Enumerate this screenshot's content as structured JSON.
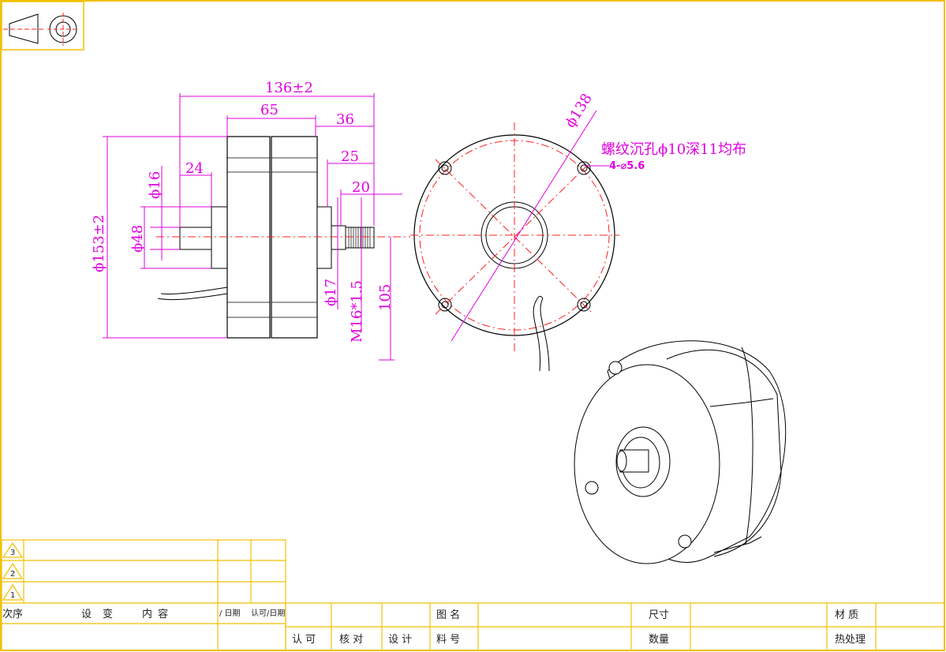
{
  "colors": {
    "frame": "#f2c000",
    "dimension": "#e000e0",
    "centerline": "#ff2020",
    "outline": "#000000"
  },
  "dimensions": {
    "overall_length": "136±2",
    "body_length": "65",
    "shaft_projection": "36",
    "shaft_length_25": "25",
    "thread_length": "20",
    "rear_boss_length": "24",
    "rear_boss_dia": "ϕ16",
    "hub_dia": "ϕ48",
    "outer_dia": "ϕ153±2",
    "shaft_dia": "ϕ17",
    "thread_spec": "M16*1.5",
    "height_105": "105",
    "bolt_circle": "ϕ138",
    "hole_note": "螺纹沉孔ϕ10深11均布",
    "hole_count": "4-⌀5.6"
  },
  "revision_block": {
    "marks": [
      "3",
      "2",
      "1"
    ],
    "header": {
      "seq": "次序",
      "design": "设",
      "change": "变",
      "content": "内",
      "content2": "容",
      "date1": "/ 日期",
      "approve": "认可/日期"
    }
  },
  "title_block": {
    "approve": "认 可",
    "check": "核 对",
    "design": "设 计",
    "drawing_name": "图 名",
    "part_no": "料 号",
    "size": "尺寸",
    "quantity": "数量",
    "material": "材 质",
    "heat_treatment": "热处理"
  }
}
